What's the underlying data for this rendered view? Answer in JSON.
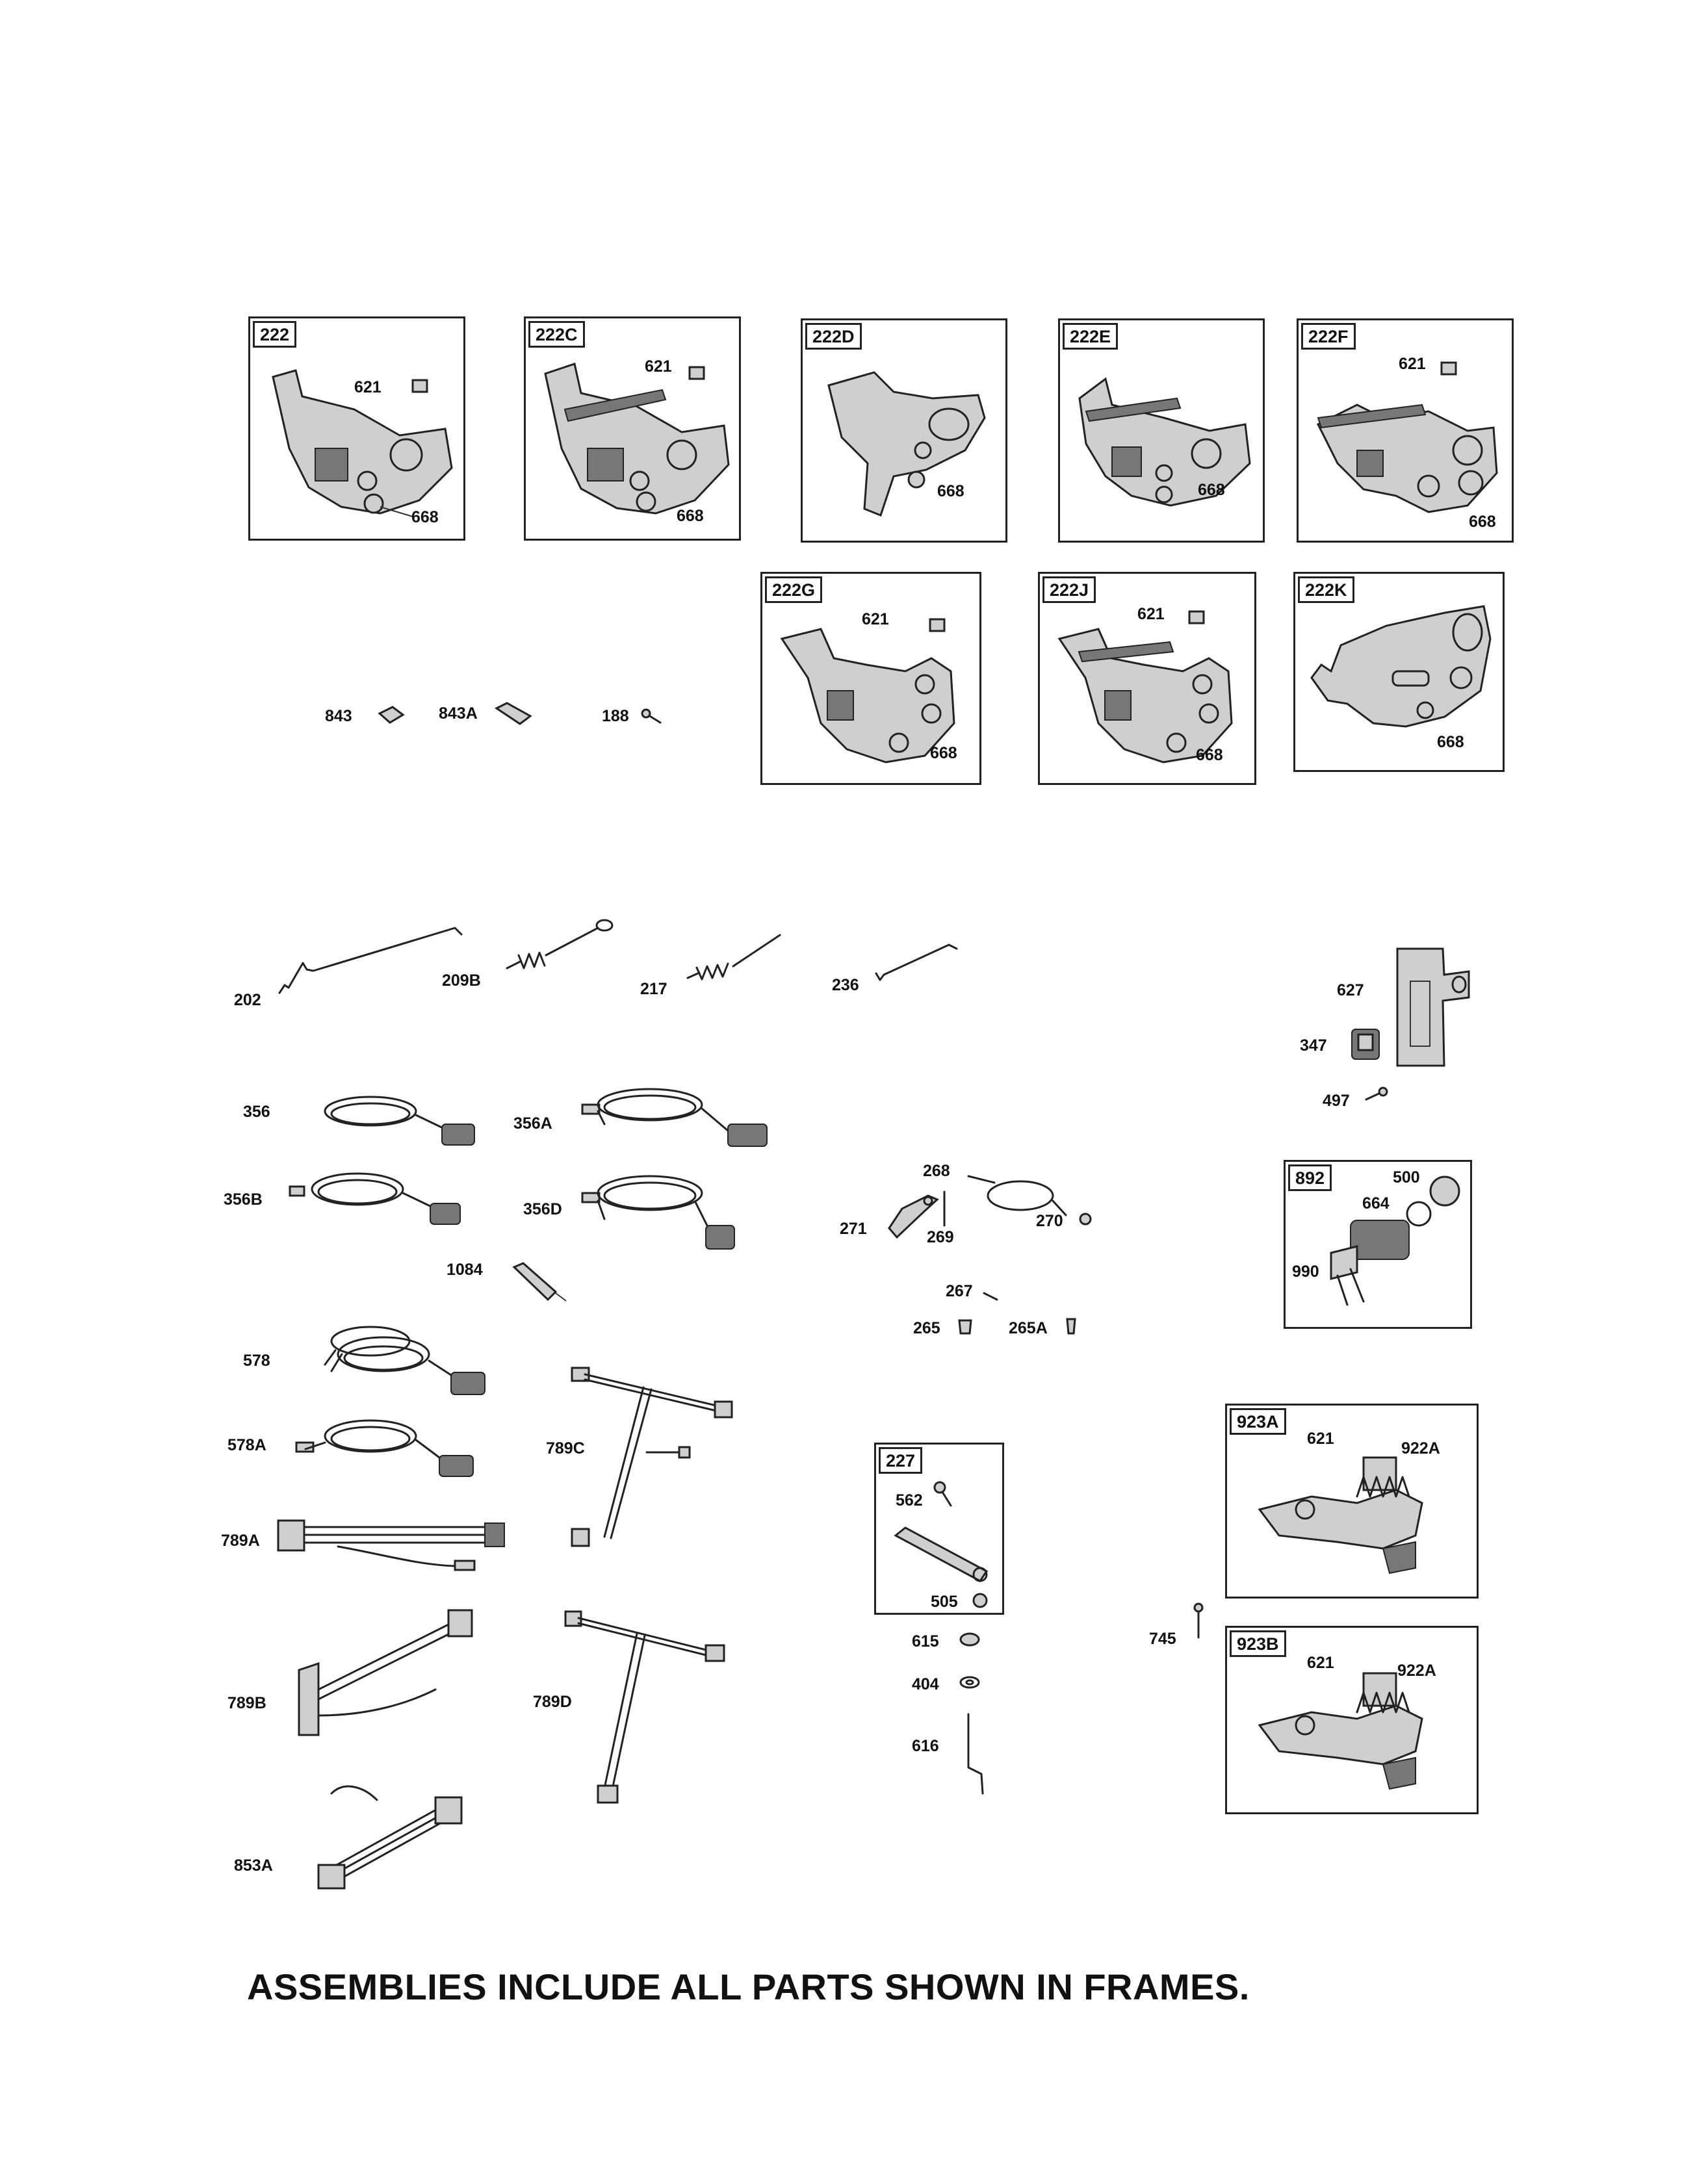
{
  "frames": {
    "f222": {
      "label": "222",
      "parts": [
        "621",
        "668"
      ]
    },
    "f222C": {
      "label": "222C",
      "parts": [
        "621",
        "668"
      ]
    },
    "f222D": {
      "label": "222D",
      "parts": [
        "668"
      ]
    },
    "f222E": {
      "label": "222E",
      "parts": [
        "668"
      ]
    },
    "f222F": {
      "label": "222F",
      "parts": [
        "621",
        "668"
      ]
    },
    "f222G": {
      "label": "222G",
      "parts": [
        "621",
        "668"
      ]
    },
    "f222J": {
      "label": "222J",
      "parts": [
        "621",
        "668"
      ]
    },
    "f222K": {
      "label": "222K",
      "parts": [
        "668"
      ]
    },
    "f892": {
      "label": "892",
      "parts": [
        "500",
        "664",
        "990"
      ]
    },
    "f923A": {
      "label": "923A",
      "parts": [
        "621",
        "922A"
      ]
    },
    "f227": {
      "label": "227",
      "parts": [
        "562",
        "505"
      ]
    },
    "f923B": {
      "label": "923B",
      "parts": [
        "621",
        "922A"
      ]
    }
  },
  "loose_parts": {
    "p843": "843",
    "p843A": "843A",
    "p188": "188",
    "p202": "202",
    "p209B": "209B",
    "p217": "217",
    "p236": "236",
    "p627": "627",
    "p347": "347",
    "p497": "497",
    "p356": "356",
    "p356A": "356A",
    "p356B": "356B",
    "p356D": "356D",
    "p268": "268",
    "p271": "271",
    "p269": "269",
    "p270": "270",
    "p1084": "1084",
    "p267": "267",
    "p265": "265",
    "p265A": "265A",
    "p578": "578",
    "p578A": "578A",
    "p789C": "789C",
    "p789A": "789A",
    "p789B": "789B",
    "p789D": "789D",
    "p853A": "853A",
    "p615": "615",
    "p404": "404",
    "p616": "616",
    "p745": "745"
  },
  "footer_note": "ASSEMBLIES INCLUDE ALL PARTS SHOWN IN FRAMES."
}
